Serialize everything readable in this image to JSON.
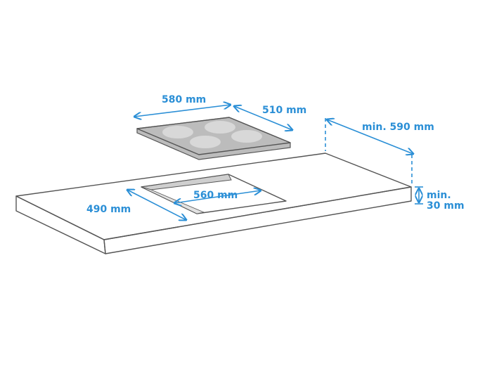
{
  "colors": {
    "dimension": "#2b8fd6",
    "outline": "#555555",
    "surface": "#ffffff",
    "burner": "#d8d8d8"
  },
  "labels": {
    "hob_width": "580 mm",
    "hob_depth": "510 mm",
    "clearance_back": "min. 590 mm",
    "cutout_width": "560 mm",
    "cutout_depth": "490 mm",
    "thickness_line1": "min.",
    "thickness_line2": "30 mm"
  }
}
